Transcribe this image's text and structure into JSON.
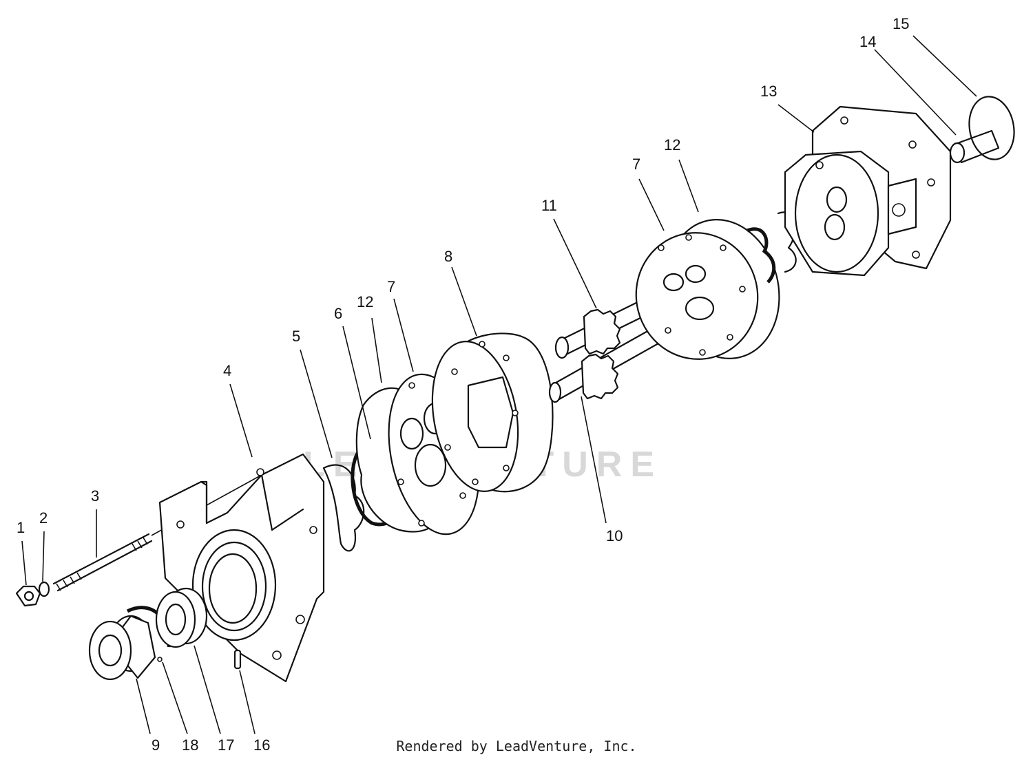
{
  "diagram": {
    "watermark": "LEADVENTURE",
    "footer": "Rendered by LeadVenture, Inc.",
    "callouts": [
      {
        "id": "1",
        "label": "1"
      },
      {
        "id": "2",
        "label": "2"
      },
      {
        "id": "3",
        "label": "3"
      },
      {
        "id": "4",
        "label": "4"
      },
      {
        "id": "5",
        "label": "5"
      },
      {
        "id": "6",
        "label": "6"
      },
      {
        "id": "12a",
        "label": "12"
      },
      {
        "id": "7a",
        "label": "7"
      },
      {
        "id": "8",
        "label": "8"
      },
      {
        "id": "11",
        "label": "11"
      },
      {
        "id": "7b",
        "label": "7"
      },
      {
        "id": "12b",
        "label": "12"
      },
      {
        "id": "13",
        "label": "13"
      },
      {
        "id": "14",
        "label": "14"
      },
      {
        "id": "15",
        "label": "15"
      },
      {
        "id": "10",
        "label": "10"
      },
      {
        "id": "9",
        "label": "9"
      },
      {
        "id": "18",
        "label": "18"
      },
      {
        "id": "17",
        "label": "17"
      },
      {
        "id": "16",
        "label": "16"
      }
    ]
  }
}
